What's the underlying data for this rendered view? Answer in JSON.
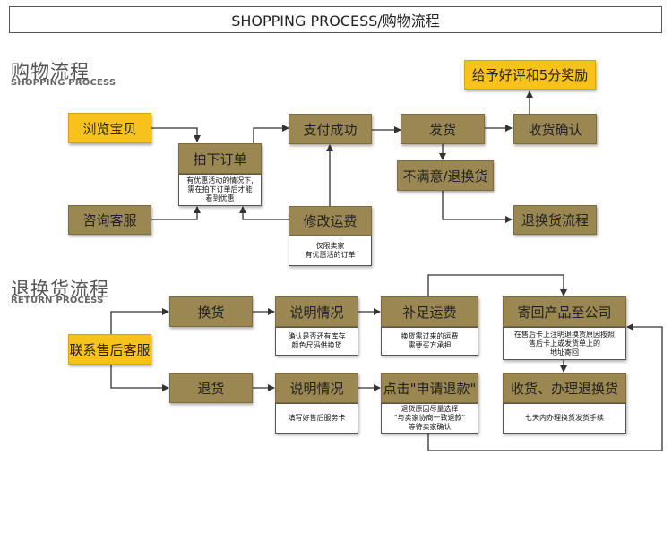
{
  "title": "SHOPPING PROCESS/购物流程",
  "shopping": {
    "heading_cn": "购物流程",
    "heading_en": "SHOPPING PROCESS",
    "browse": "浏览宝贝",
    "consult": "咨询客服",
    "place_order": "拍下订单",
    "place_order_note": "有优惠活动的情况下,\n需在拍下订单后才能\n看到优惠",
    "pay_success": "支付成功",
    "modify_fee": "修改运费",
    "modify_fee_note": "仅限卖家\n有优惠活的订单",
    "ship": "发货",
    "confirm_receipt": "收货确认",
    "good_review": "给予好评和5分奖励",
    "unsatisfied": "不满意/退换货",
    "return_flow": "退换货流程"
  },
  "returns": {
    "heading_cn": "退换货流程",
    "heading_en": "RETURN PROCESS",
    "contact": "联系售后客服",
    "exchange": "换货",
    "refund": "退货",
    "explain_1": "说明情况",
    "explain_1_note": "确认是否还有库存\n颜色尺码供换货",
    "explain_2": "说明情况",
    "explain_2_note": "填写好售后服务卡",
    "add_shipping": "补足运费",
    "add_shipping_note": "换货需过来的运费\n需要买方承担",
    "apply_refund": "点击\"申请退款\"",
    "apply_refund_note": "退货原因尽量选择\n\"与卖家协商一致退款\"\n等待卖家确认",
    "send_back": "寄回产品至公司",
    "send_back_note": "在售后卡上注明退换货原因按照\n售后卡上或发货单上的\n地址寄回",
    "receive_process": "收货、办理退换货",
    "receive_process_note": "七天内办理换货发货手续"
  },
  "colors": {
    "brown": "#9b8752",
    "yellow": "#f7c21b",
    "line": "#333333"
  }
}
